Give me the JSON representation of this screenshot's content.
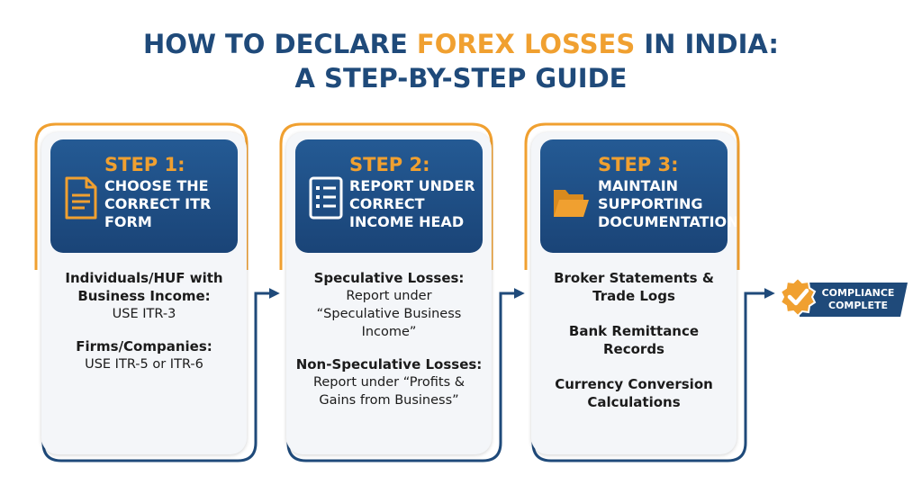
{
  "header": {
    "title_part1": "HOW TO DECLARE ",
    "title_accent": "FOREX LOSSES",
    "title_part2": " IN INDIA:",
    "title_line2": "A STEP-BY-STEP GUIDE"
  },
  "colors": {
    "navy": "#1f4a7a",
    "orange": "#f0a030",
    "card_bg": "#f4f6f9"
  },
  "steps": [
    {
      "label": "STEP 1:",
      "title": "CHOOSE THE\nCORRECT ITR\nFORM",
      "icon": "document-icon",
      "blocks": [
        {
          "title": "Individuals/HUF with\nBusiness Income:",
          "text": "USE ITR-3"
        },
        {
          "title": "Firms/Companies:",
          "text": "USE ITR-5 or ITR-6"
        }
      ]
    },
    {
      "label": "STEP 2:",
      "title": "REPORT UNDER\nCORRECT\nINCOME HEAD",
      "icon": "checklist-icon",
      "blocks": [
        {
          "title": "Speculative Losses:",
          "text": "Report under\n“Speculative Business\nIncome”"
        },
        {
          "title": "Non-Speculative Losses:",
          "text": "Report under “Profits &\nGains from Business”"
        }
      ]
    },
    {
      "label": "STEP 3:",
      "title": "MAINTAIN\nSUPPORTING\nDOCUMENTATION",
      "icon": "folder-icon",
      "blocks": [
        {
          "title": "Broker Statements &\nTrade Logs"
        },
        {
          "title": "Bank Remittance\nRecords"
        },
        {
          "title": "Currency Conversion\nCalculations"
        }
      ]
    }
  ],
  "badge": {
    "label": "COMPLIANCE\nCOMPLETE",
    "icon": "check-seal-icon"
  }
}
